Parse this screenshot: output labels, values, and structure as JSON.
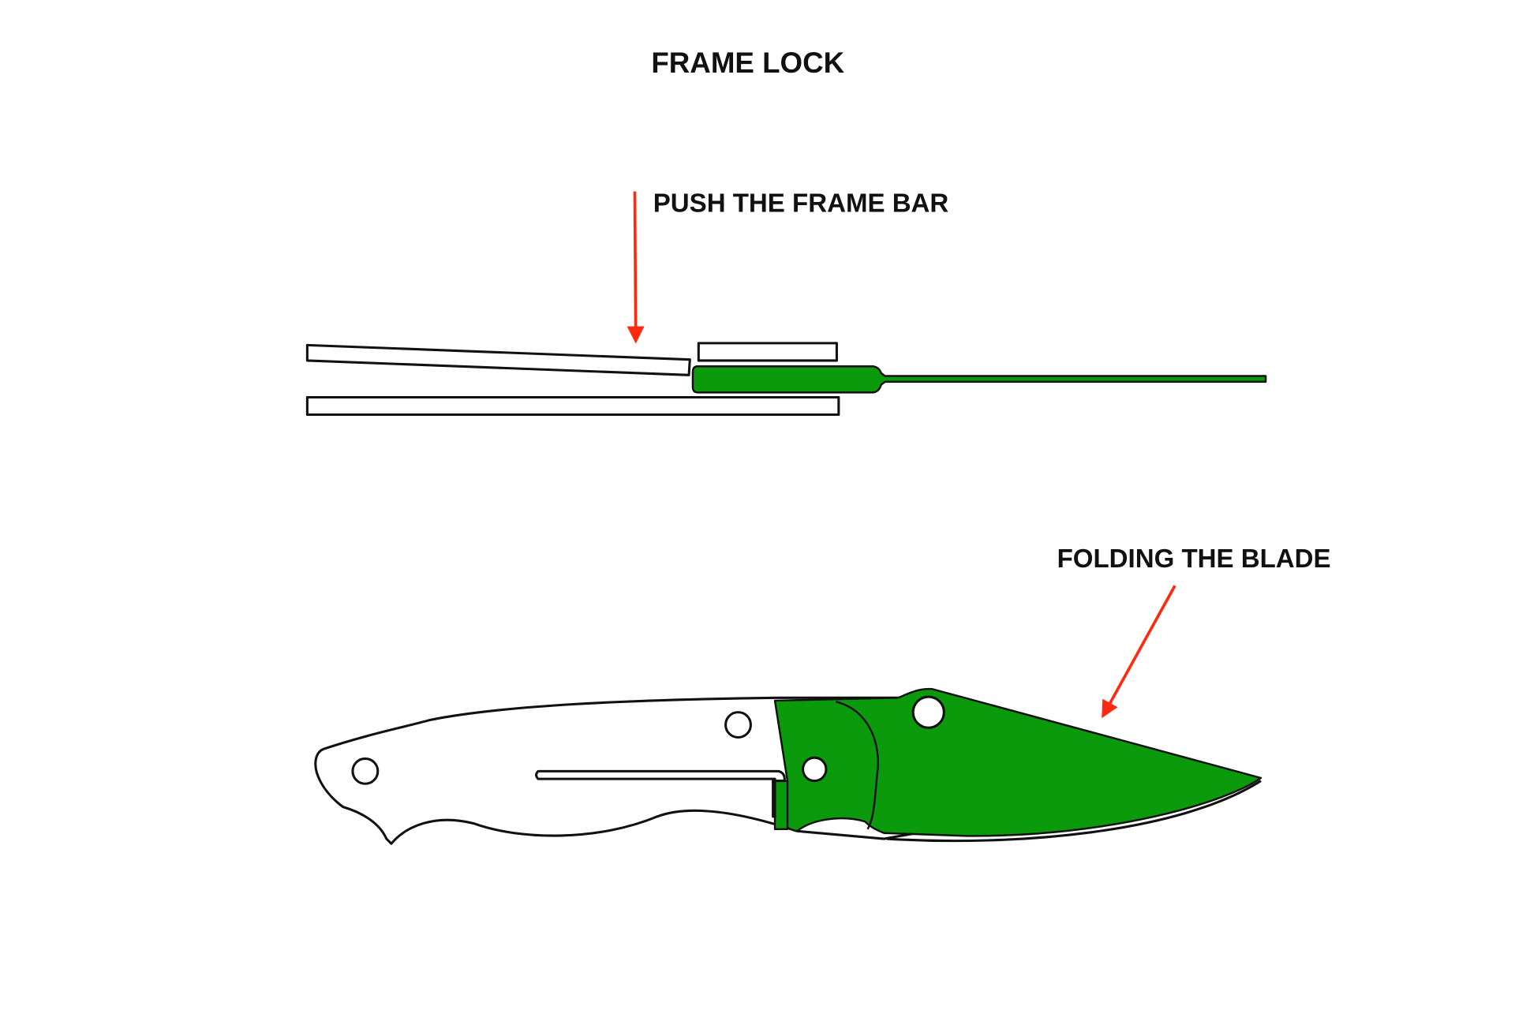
{
  "title": "FRAME LOCK",
  "annotations": {
    "push": "PUSH THE FRAME BAR",
    "fold": "FOLDING THE BLADE"
  },
  "colors": {
    "blade": "#0b9a0b",
    "arrow": "#ff2a10",
    "outline": "#111111"
  }
}
